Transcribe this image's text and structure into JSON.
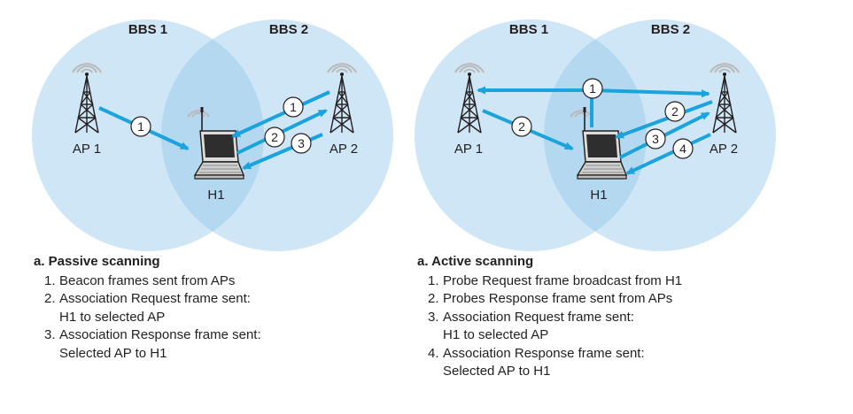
{
  "colors": {
    "circle_fill": "#cfe6f6",
    "overlap_fill": "#b3d8f0",
    "arrow": "#1aa3dc",
    "ink": "#231f20"
  },
  "icons": {
    "access_point": "antenna-tower-icon",
    "host": "laptop-icon"
  },
  "passive": {
    "bbs1": "BBS 1",
    "bbs2": "BBS 2",
    "ap1": "AP 1",
    "ap2": "AP 2",
    "host": "H1",
    "steps": [
      "1",
      "1",
      "2",
      "3"
    ],
    "caption": {
      "title": "a. Passive scanning",
      "items": [
        {
          "num": "1.",
          "lines": [
            "Beacon frames sent from APs"
          ]
        },
        {
          "num": "2.",
          "lines": [
            "Association Request frame sent:",
            "H1 to selected AP"
          ]
        },
        {
          "num": "3.",
          "lines": [
            "Association Response frame sent:",
            "Selected AP to H1"
          ]
        }
      ]
    }
  },
  "active": {
    "bbs1": "BBS 1",
    "bbs2": "BBS 2",
    "ap1": "AP 1",
    "ap2": "AP 2",
    "host": "H1",
    "steps": [
      "1",
      "2",
      "2",
      "3",
      "4"
    ],
    "caption": {
      "title": "a. Active scanning",
      "items": [
        {
          "num": "1.",
          "lines": [
            "Probe Request frame broadcast from H1"
          ]
        },
        {
          "num": "2.",
          "lines": [
            "Probes Response frame sent from APs"
          ]
        },
        {
          "num": "3.",
          "lines": [
            "Association Request frame sent:",
            "H1 to selected AP"
          ]
        },
        {
          "num": "4.",
          "lines": [
            "Association Response frame sent:",
            "Selected AP to H1"
          ]
        }
      ]
    }
  }
}
